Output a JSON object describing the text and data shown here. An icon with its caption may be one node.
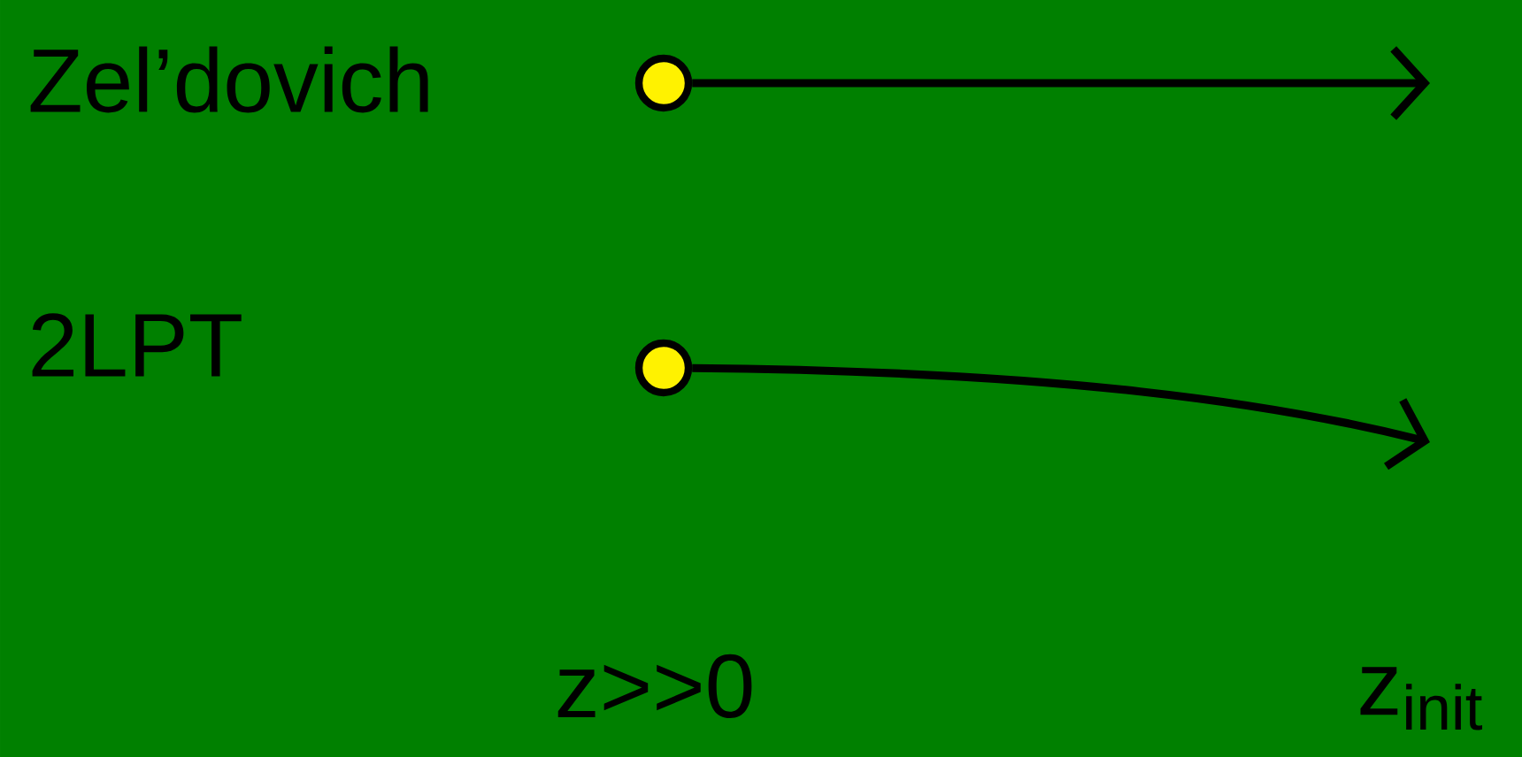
{
  "diagram": {
    "nodes": [
      {
        "text": [],
        "shape": "circle"
      },
      {
        "text": [],
        "shape": "circle"
      }
    ],
    "edges": [
      {
        "from": 0,
        "to": null,
        "arrow": "to"
      },
      {
        "from": 1,
        "to": null,
        "arrow": "to"
      }
    ],
    "labels": [
      "Zel’dovich",
      "2LPT",
      "z>>0",
      "z$_{init}$"
    ]
  }
}
